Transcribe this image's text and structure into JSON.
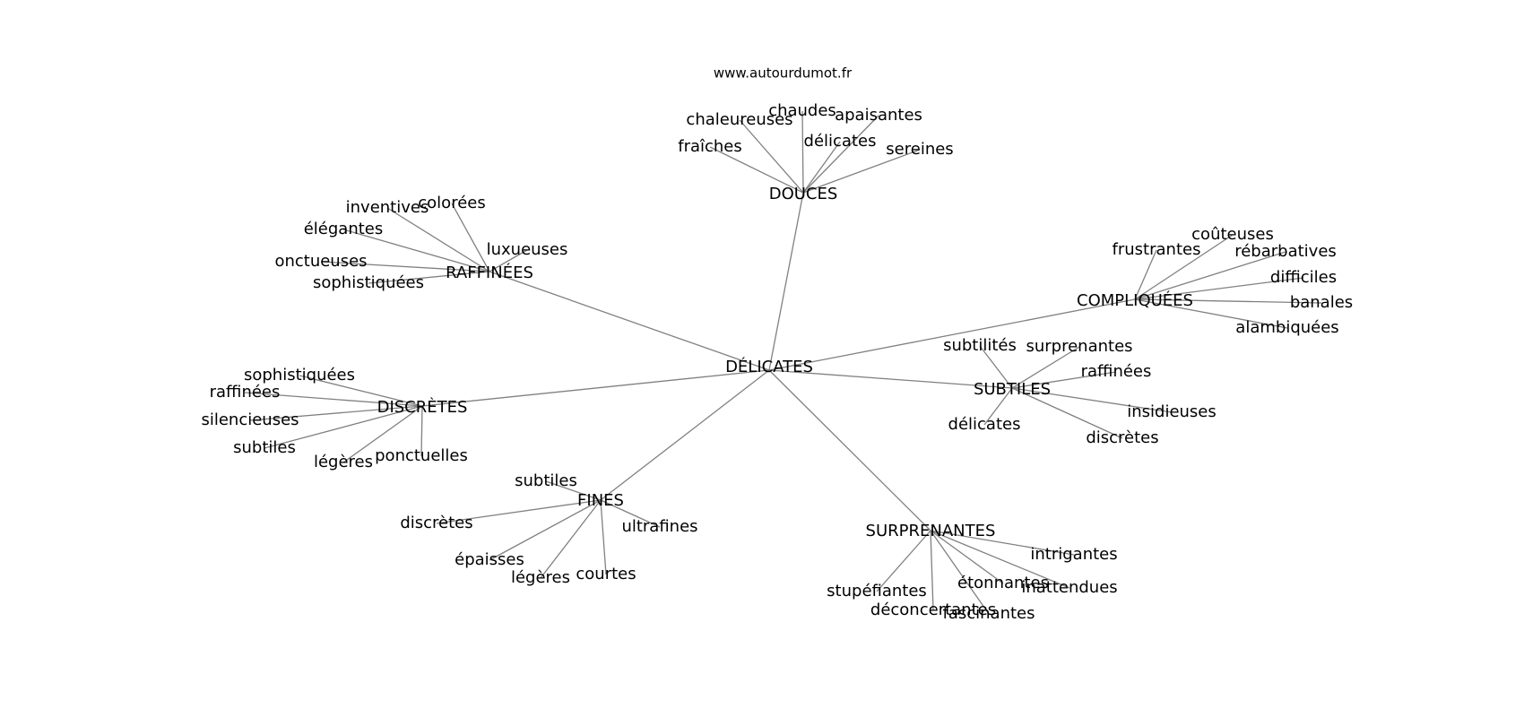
{
  "source": "www.autourdumot.fr",
  "center": "DÉLICATES",
  "clusters": [
    {
      "id": "douces",
      "label": "DOUCES",
      "words": [
        "chaleureuses",
        "chaudes",
        "apaisantes",
        "fraîches",
        "délicates",
        "sereines"
      ]
    },
    {
      "id": "raffinees",
      "label": "RAFFINÉES",
      "words": [
        "inventives",
        "colorées",
        "élégantes",
        "luxueuses",
        "onctueuses",
        "sophistiquées"
      ]
    },
    {
      "id": "compliquees",
      "label": "COMPLIQUÉES",
      "words": [
        "frustrantes",
        "coûteuses",
        "rébarbatives",
        "difficiles",
        "banales",
        "alambiquées"
      ]
    },
    {
      "id": "discretes",
      "label": "DISCRÈTES",
      "words": [
        "sophistiquées",
        "raffinées",
        "silencieuses",
        "subtiles",
        "légères",
        "ponctuelles"
      ]
    },
    {
      "id": "subtiles",
      "label": "SUBTILES",
      "words": [
        "subtilités",
        "surprenantes",
        "raffinées",
        "insidieuses",
        "délicates",
        "discrètes"
      ]
    },
    {
      "id": "fines",
      "label": "FINES",
      "words": [
        "subtiles",
        "discrètes",
        "ultrafines",
        "épaisses",
        "légères",
        "courtes"
      ]
    },
    {
      "id": "surprenantes",
      "label": "SURPRENANTES",
      "words": [
        "intrigantes",
        "stupéfiantes",
        "étonnantes",
        "inattendues",
        "déconcertantes",
        "fascinantes"
      ]
    }
  ]
}
